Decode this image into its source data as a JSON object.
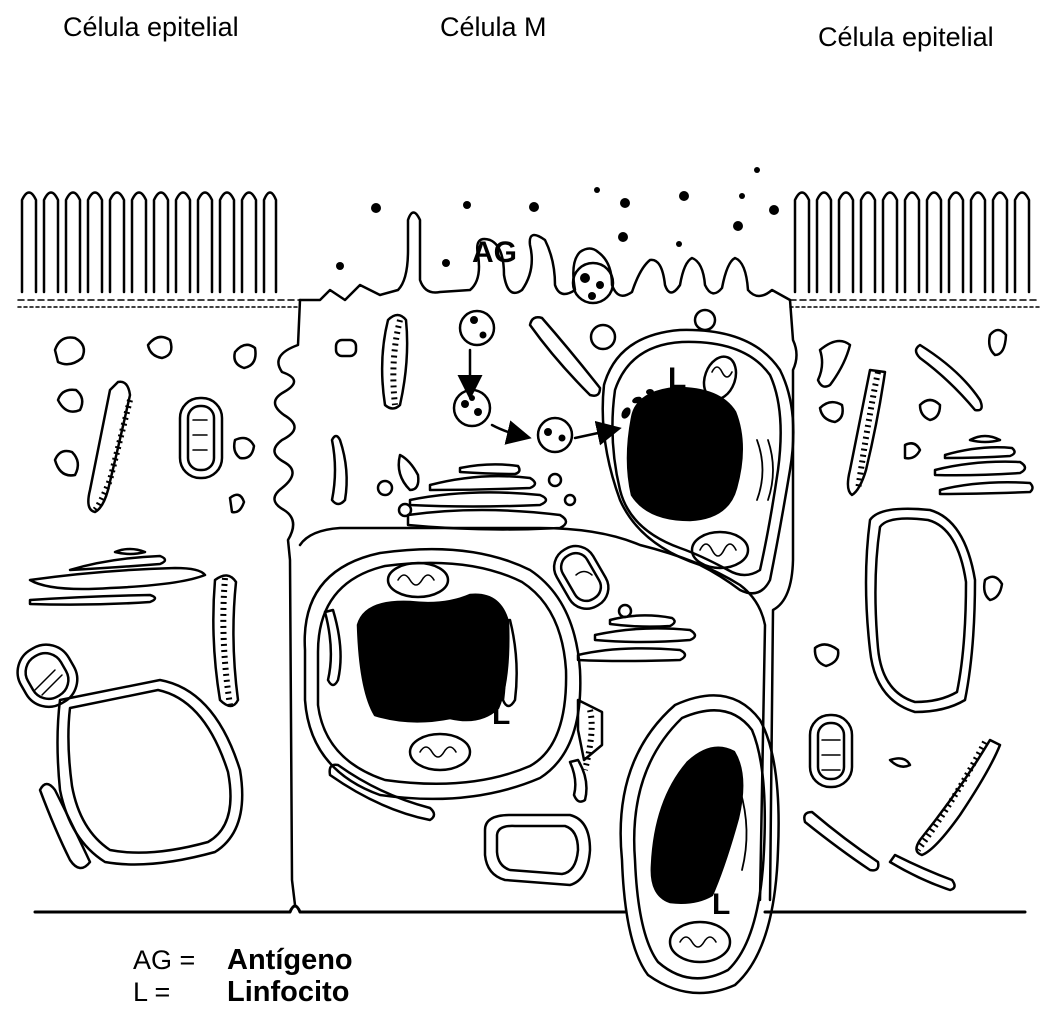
{
  "titles": {
    "left": "Célula epitelial",
    "middle": "Célula M",
    "right": "Célula epitelial"
  },
  "labels": {
    "antigen_abbr": "AG",
    "lymphocyte_abbr": "L"
  },
  "legend": [
    {
      "abbr": "AG =",
      "text": "Antígeno"
    },
    {
      "abbr": "L =",
      "text": "Linfocito"
    }
  ]
}
